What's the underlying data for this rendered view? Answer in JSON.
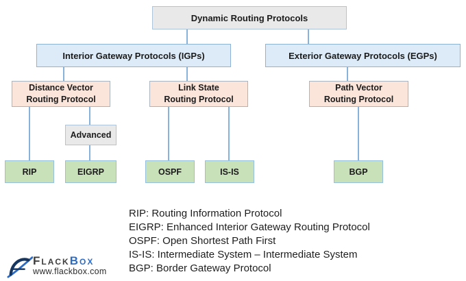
{
  "diagram": {
    "root": {
      "label": "Dynamic Routing Protocols"
    },
    "igp": {
      "label": "Interior Gateway Protocols (IGPs)"
    },
    "egp": {
      "label": "Exterior Gateway Protocols (EGPs)"
    },
    "distance_vector": {
      "line1": "Distance Vector",
      "line2": "Routing Protocol"
    },
    "link_state": {
      "line1": "Link State",
      "line2": "Routing Protocol"
    },
    "path_vector": {
      "line1": "Path Vector",
      "line2": "Routing Protocol"
    },
    "advanced": {
      "label": "Advanced"
    },
    "rip": {
      "label": "RIP"
    },
    "eigrp": {
      "label": "EIGRP"
    },
    "ospf": {
      "label": "OSPF"
    },
    "isis": {
      "label": "IS-IS"
    },
    "bgp": {
      "label": "BGP"
    }
  },
  "legend": {
    "items": [
      "RIP: Routing Information Protocol",
      "EIGRP: Enhanced Interior Gateway Routing Protocol",
      "OSPF: Open Shortest Path First",
      "IS-IS: Intermediate System – Intermediate System",
      "BGP: Border Gateway Protocol"
    ]
  },
  "branding": {
    "name_primary": "Flack",
    "name_accent": "Box",
    "website": "www.flackbox.com"
  },
  "colors": {
    "root_fill": "#e9e9e9",
    "gateway_fill": "#dcebf7",
    "category_fill": "#fbe4d9",
    "protocol_fill": "#c8e1b9",
    "connector_line": "#86b2dc",
    "brand_blue": "#2e6cc4"
  }
}
